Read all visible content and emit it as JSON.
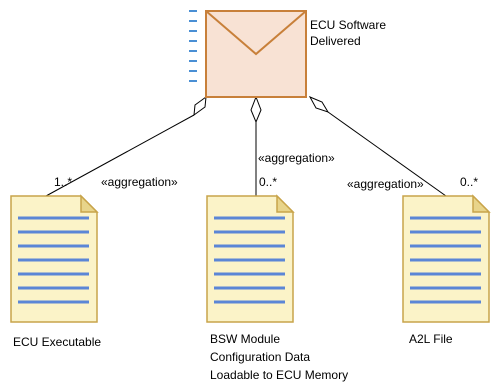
{
  "center": {
    "label_line1": "ECU Software",
    "label_line2": "Delivered",
    "icon": "envelope-icon"
  },
  "children": [
    {
      "label_lines": [
        "ECU Executable"
      ],
      "multiplicity": "1..*",
      "stereotype": "«aggregation»",
      "icon": "document-icon"
    },
    {
      "label_lines": [
        "BSW Module",
        "Configuration Data",
        "Loadable to ECU Memory"
      ],
      "multiplicity": "0..*",
      "stereotype": "«aggregation»",
      "icon": "document-icon"
    },
    {
      "label_lines": [
        "A2L File"
      ],
      "multiplicity": "0..*",
      "stereotype": "«aggregation»",
      "icon": "document-icon"
    }
  ],
  "colors": {
    "envelope_fill": "#f8e2d4",
    "envelope_stroke": "#c8803a",
    "dash_marks": "#4a8fd4",
    "doc_fill": "#fbf3c8",
    "doc_stroke": "#c8a44a",
    "doc_fold": "#e8d48a",
    "doc_lines": "#5b86d6",
    "connector": "#000000"
  }
}
